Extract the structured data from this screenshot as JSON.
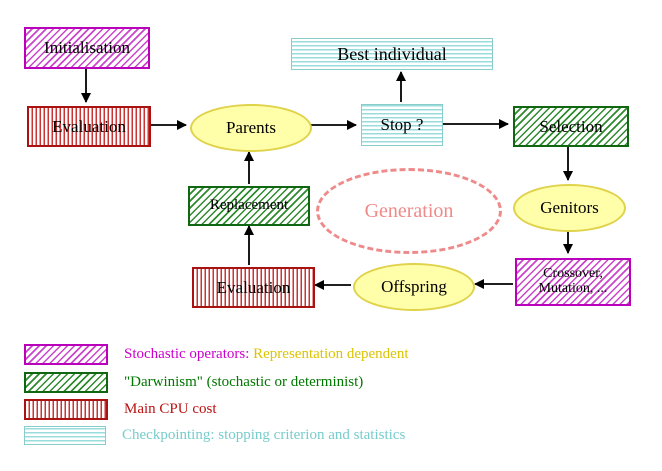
{
  "diagram": {
    "nodes": {
      "initialisation": "Initialisation",
      "best_individual": "Best individual",
      "evaluation_top": "Evaluation",
      "parents": "Parents",
      "stop": "Stop ?",
      "selection": "Selection",
      "replacement": "Replacement",
      "generation": "Generation",
      "genitors": "Genitors",
      "crossover_line1": "Crossover,",
      "crossover_line2": "Mutation, ...",
      "evaluation_bottom": "Evaluation",
      "offspring": "Offspring"
    },
    "legend": [
      {
        "label": "Stochastic operators:",
        "label_extra": " Representation dependent"
      },
      {
        "label": "\"Darwinism\" (stochastic or determinist)"
      },
      {
        "label": "Main CPU cost"
      },
      {
        "label": "Checkpointing: stopping criterion and statistics"
      }
    ],
    "colors": {
      "stochastic_magenta": "#cc00cc",
      "representation_yellow": "#ddc400",
      "darwinism_green": "#007700",
      "cpu_red": "#bb1111",
      "checkpoint_cyan": "#77cccc",
      "generation_pink": "#ee8a8a",
      "ellipse_fill": "#ffffaa",
      "arrow_black": "#000000"
    }
  }
}
